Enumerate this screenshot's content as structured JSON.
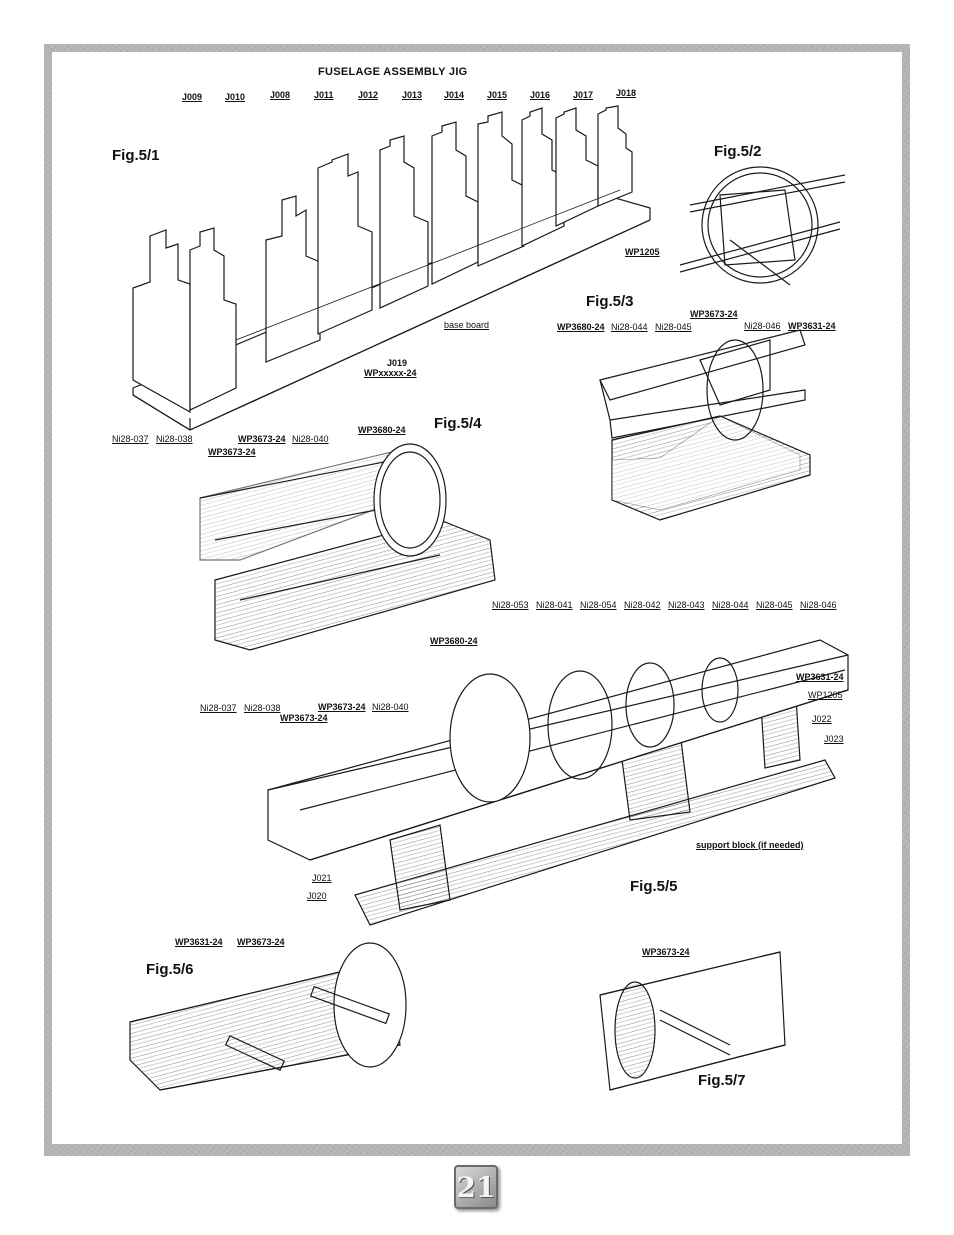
{
  "title": "FUSELAGE ASSEMBLY JIG",
  "page_number": "21",
  "figures": {
    "fig1": "Fig.5/1",
    "fig2": "Fig.5/2",
    "fig3": "Fig.5/3",
    "fig4": "Fig.5/4",
    "fig5": "Fig.5/5",
    "fig6": "Fig.5/6",
    "fig7": "Fig.5/7"
  },
  "fig1_labels": [
    "J009",
    "J010",
    "J008",
    "J011",
    "J012",
    "J013",
    "J014",
    "J015",
    "J016",
    "J017",
    "J018"
  ],
  "fig1_base": {
    "base_board": "base board",
    "j019": "J019",
    "wpxxxxx": "WPxxxxx-24"
  },
  "fig2_labels": {
    "wp1205": "WP1205"
  },
  "fig3_labels": [
    "WP3680-24",
    "Ni28-044",
    "Ni28-045",
    "WP3673-24",
    "Ni28-046",
    "WP3631-24"
  ],
  "fig4_labels": [
    "Ni28-037",
    "Ni28-038",
    "WP3673-24",
    "WP3673-24",
    "Ni28-040",
    "WP3680-24"
  ],
  "fig5_top_labels": [
    "Ni28-053",
    "Ni28-041",
    "Ni28-054",
    "Ni28-042",
    "Ni28-043",
    "Ni28-044",
    "Ni28-045",
    "Ni28-046"
  ],
  "fig5_labels": {
    "wp3680": "WP3680-24",
    "ni037": "Ni28-037",
    "ni038": "Ni28-038",
    "wp3673a": "WP3673-24",
    "ni040": "Ni28-040",
    "wp3673b": "WP3673-24",
    "wp3631": "WP3631-24",
    "wp1205": "WP1205",
    "j022": "J022",
    "j023": "J023",
    "support": "support block (if needed)",
    "j021": "J021",
    "j020": "J020"
  },
  "fig6_labels": {
    "wp3631": "WP3631-24",
    "wp3673": "WP3673-24"
  },
  "fig7_labels": {
    "wp3673": "WP3673-24"
  }
}
